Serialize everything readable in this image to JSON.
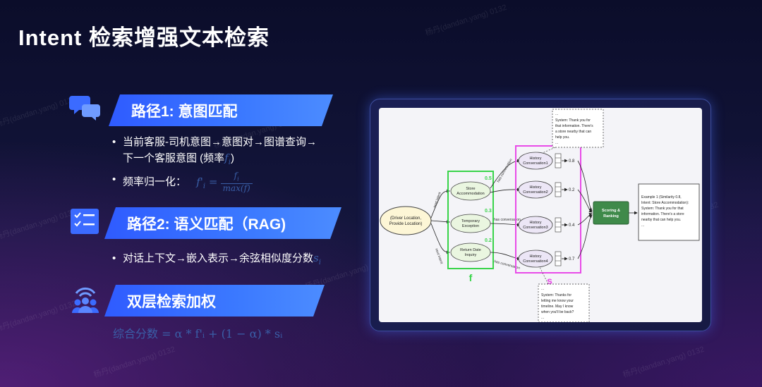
{
  "title": "Intent 检索增强文本检索",
  "watermark": "杨丹(dandan.yang) 0132",
  "sections": [
    {
      "label": "路径1: 意图匹配",
      "icon": "chat-bubbles-icon"
    },
    {
      "label": "路径2: 语义匹配（RAG)",
      "icon": "checklist-icon"
    },
    {
      "label": "双层检索加权",
      "icon": "team-signal-icon"
    }
  ],
  "bullets": {
    "p1_line1": "当前客服-司机意图→意图对→图谱查询→",
    "p1_line2": "下一个客服意图 (频率",
    "p1_line2_sym": "f",
    "p1_line2_sub": "i",
    "p1_line2_end": ")",
    "p1_norm_label": "频率归一化：",
    "p1_norm_lhs": "f'",
    "p1_norm_lhs_sub": "i",
    "p1_norm_eq": "=",
    "p1_norm_num": "f",
    "p1_norm_num_sub": "i",
    "p1_norm_den": "max(f)",
    "p2_line1": "对话上下文→嵌入表示→余弦相似度分数",
    "p2_sym": "s",
    "p2_sub": "i"
  },
  "formula": "综合分数 = α * f'ᵢ + (1 − α) * sᵢ",
  "diagram": {
    "start_node": [
      "(Driver Location,",
      "Provide Location)"
    ],
    "intents": [
      {
        "lines": [
          "Store",
          "Accommodation"
        ],
        "score": "0.5"
      },
      {
        "lines": [
          "Temporary",
          "Exception"
        ],
        "score": "0.3"
      },
      {
        "lines": [
          "Return Date",
          "Inquiry"
        ],
        "score": "0.2"
      }
    ],
    "next_intent_label": "next intent",
    "has_conversation_label": "has conversation",
    "histories": [
      {
        "lines": [
          "History",
          "Conversation1"
        ],
        "score": "0.8"
      },
      {
        "lines": [
          "History",
          "Conversation2"
        ],
        "score": "0.2"
      },
      {
        "lines": [
          "History",
          "Conversation3"
        ],
        "score": "0.4"
      },
      {
        "lines": [
          "History",
          "Conversation4"
        ],
        "score": "0.7"
      }
    ],
    "f_label": "f",
    "s_label": "s",
    "scoring_node": [
      "Scoring &",
      "Ranking"
    ],
    "output_box": [
      "Example 1 (Similarity 0.8,",
      "Intent: Store Accommodation):",
      "System: Thank you for that",
      "information. There's a store",
      "nearby that can help you.",
      "..."
    ],
    "note_top": [
      "...",
      "System: Thank you for",
      "that information. There's",
      "a store nearby that can",
      "help you.",
      "..."
    ],
    "note_bottom": [
      "...",
      "System: Thanks for",
      "letting me know your",
      "timeline. May I know",
      "when you'll be back?",
      "..."
    ],
    "colors": {
      "green": "#39d44a",
      "magenta": "#e84be8",
      "node_fill": "#fdf6d6",
      "intent_fill": "#eaf6e0",
      "history_fill": "#ece6f6",
      "scoring_fill": "#3f8a4a"
    }
  }
}
